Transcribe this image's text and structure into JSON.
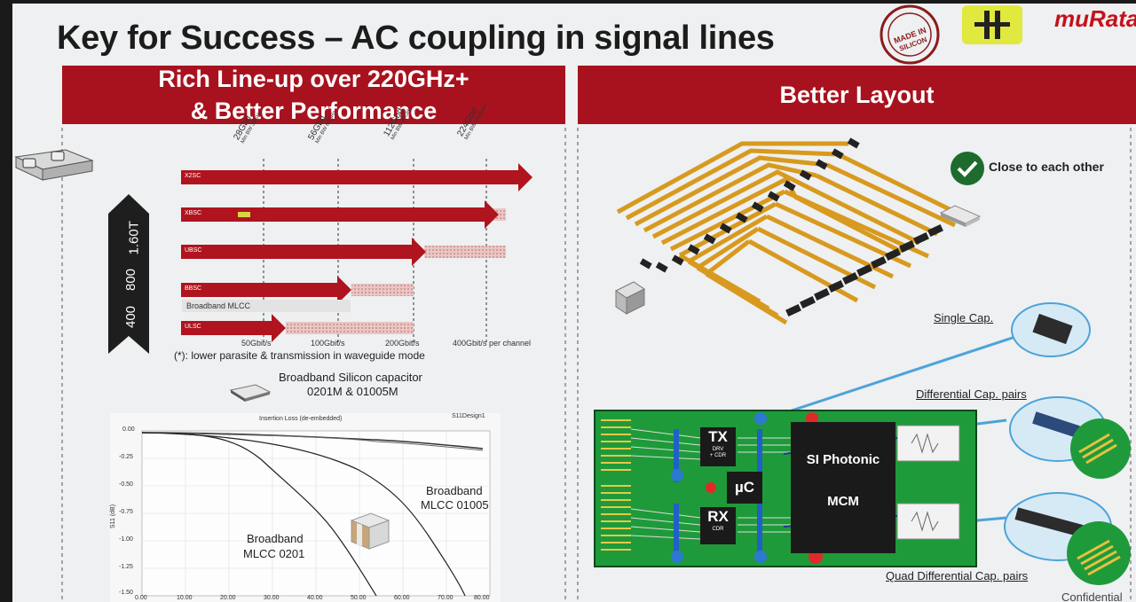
{
  "slide": {
    "title": "Key for Success – AC coupling in signal lines",
    "brand": "muRata",
    "stamp": "MADE IN SILICON",
    "confidential": "Confidential"
  },
  "left_panel": {
    "banner_line1": "Rich Line-up over 220GHz+",
    "banner_line2": "& Better Performance",
    "vertical_labels": [
      "400",
      "800",
      "1.60T"
    ],
    "top_markers": [
      {
        "name": "28Gbd",
        "sub": "Min BW 38GHz"
      },
      {
        "name": "56Gbd",
        "sub": "Min BW 60GHz"
      },
      {
        "name": "112Gbd",
        "sub": "Min BW 80GHz"
      },
      {
        "name": "224Gbd",
        "sub": "Min BW 160GHz"
      }
    ],
    "rows": [
      "X2SC",
      "XBSC",
      "UBSC",
      "BBSC",
      "ULSC"
    ],
    "broadband_mlcc_tag": "Broadband MLCC",
    "bottom_markers": [
      "50Gbit/s",
      "100Gbit/s",
      "200Gbit/s",
      "400Gbit/s per channel"
    ],
    "footnote": "(*): lower parasite & transmission in waveguide mode",
    "bsc_label_line1": "Broadband Silicon capacitor",
    "bsc_label_line2": "0201M & 01005M",
    "plot": {
      "title": "Insertion Loss (de-embedded)",
      "legend": "S11Design1",
      "ylabel": "S11 (dB)",
      "y_ticks": [
        "0.00",
        "-0.25",
        "-0.50",
        "-0.75",
        "-1.00",
        "-1.25",
        "-1.50"
      ],
      "x_ticks": [
        "0.00",
        "10.00",
        "20.00",
        "30.00",
        "40.00",
        "50.00",
        "60.00",
        "70.00",
        "80.00"
      ],
      "curve1_label_line1": "Broadband",
      "curve1_label_line2": "MLCC 0201",
      "curve2_label_line1": "Broadband",
      "curve2_label_line2": "MLCC 01005"
    }
  },
  "right_panel": {
    "banner": "Better Layout",
    "check_text": "Close to each other",
    "single_cap": "Single Cap.",
    "diff_cap": "Differential Cap. pairs",
    "quad_cap": "Quad Differential Cap. pairs",
    "board": {
      "tx": "TX",
      "tx_sub": "DRV\n+ CDR",
      "rx": "RX",
      "rx_sub": "CDR",
      "uc": "µC",
      "si_photonic": "SI Photonic",
      "mcm": "MCM"
    }
  },
  "colors": {
    "accent": "#a8121e",
    "arrow": "#b0141f",
    "board": "#1f9a3a",
    "check": "#1e6b2e"
  }
}
